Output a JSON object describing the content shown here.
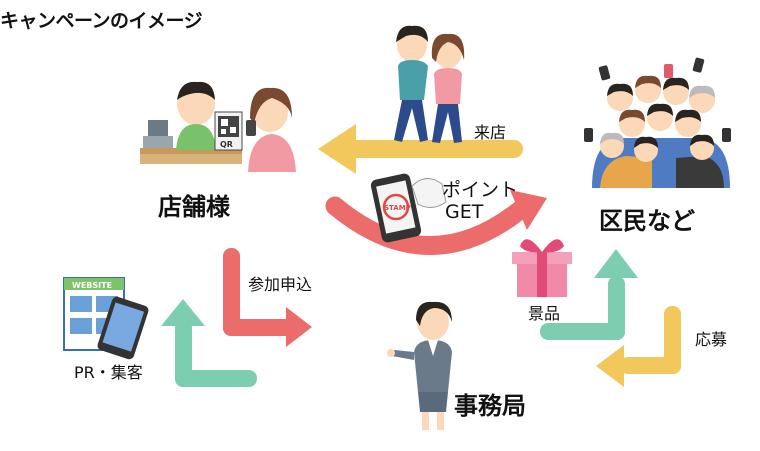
{
  "title": "キャンペーンのイメージ",
  "nodes": {
    "store": "店舗様",
    "residents": "区民など",
    "office": "事務局"
  },
  "flows": {
    "visit": "来店",
    "points_line1": "ポイント",
    "points_line2": "GET",
    "apply": "参加申込",
    "pr": "PR・集客",
    "prize": "景品",
    "entry": "応募"
  },
  "illustration_text": {
    "website": "WEBSITE",
    "qr": "QR",
    "stamp": "STAMP"
  },
  "colors": {
    "yellow": "#f2c75c",
    "red": "#ec6b6b",
    "green": "#7dceb0"
  }
}
